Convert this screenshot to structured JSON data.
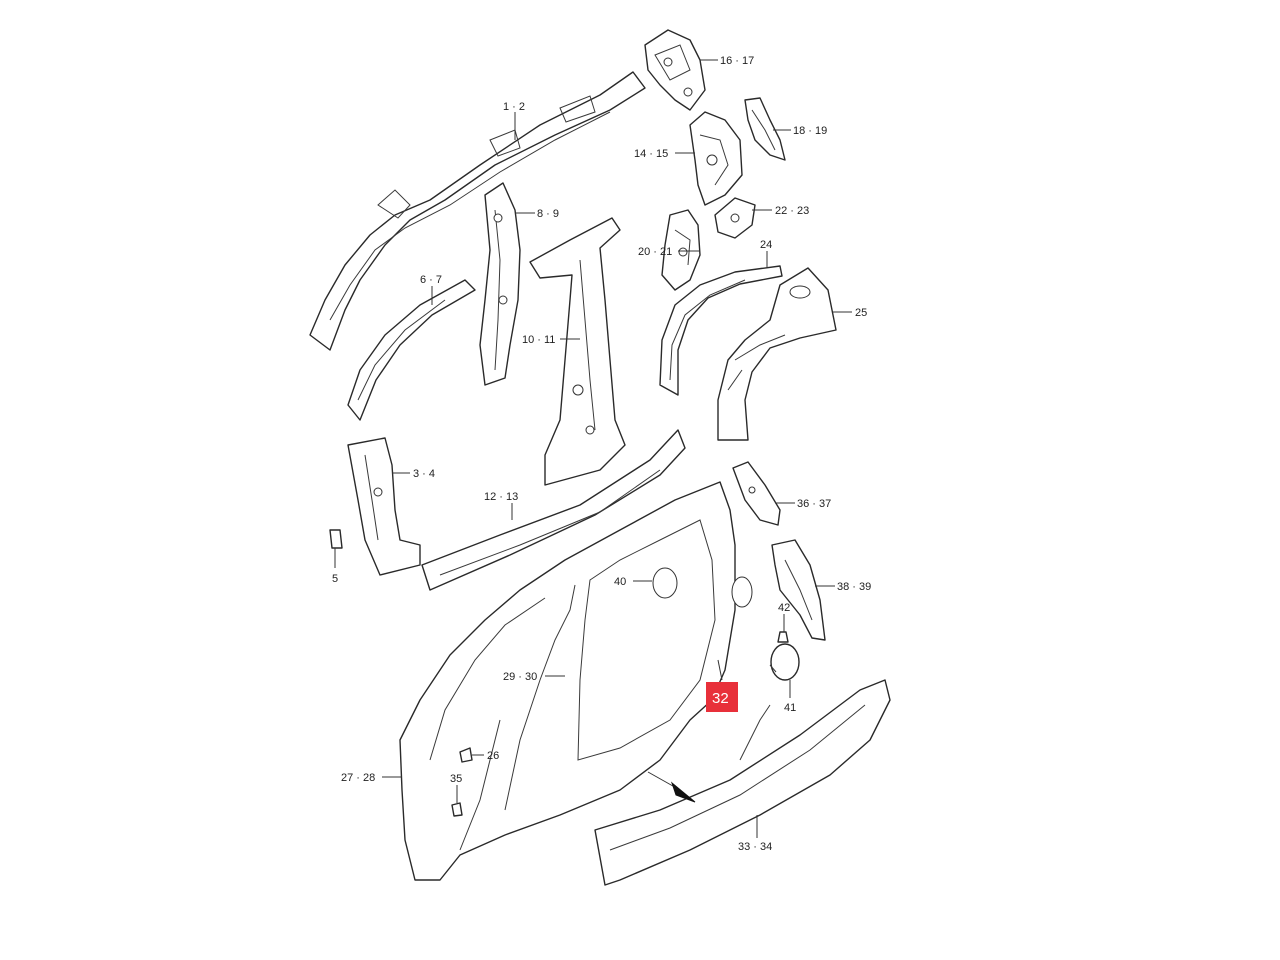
{
  "highlight_color": "#e8303a",
  "callouts": {
    "c1": "1 · 2",
    "c16": "16 · 17",
    "c18": "18 · 19",
    "c14": "14 · 15",
    "c8": "8 · 9",
    "c22": "22 · 23",
    "c20": "20 · 21",
    "c24": "24",
    "c6": "6 · 7",
    "c25": "25",
    "c10": "10 · 11",
    "c3": "3 · 4",
    "c12": "12 · 13",
    "c36": "36 · 37",
    "c5": "5",
    "c40": "40",
    "c38": "38 · 39",
    "c42": "42",
    "c29": "29 · 30",
    "c32": "32",
    "c41": "41",
    "c26": "26",
    "c27": "27 · 28",
    "c35": "35",
    "c33": "33 · 34"
  }
}
